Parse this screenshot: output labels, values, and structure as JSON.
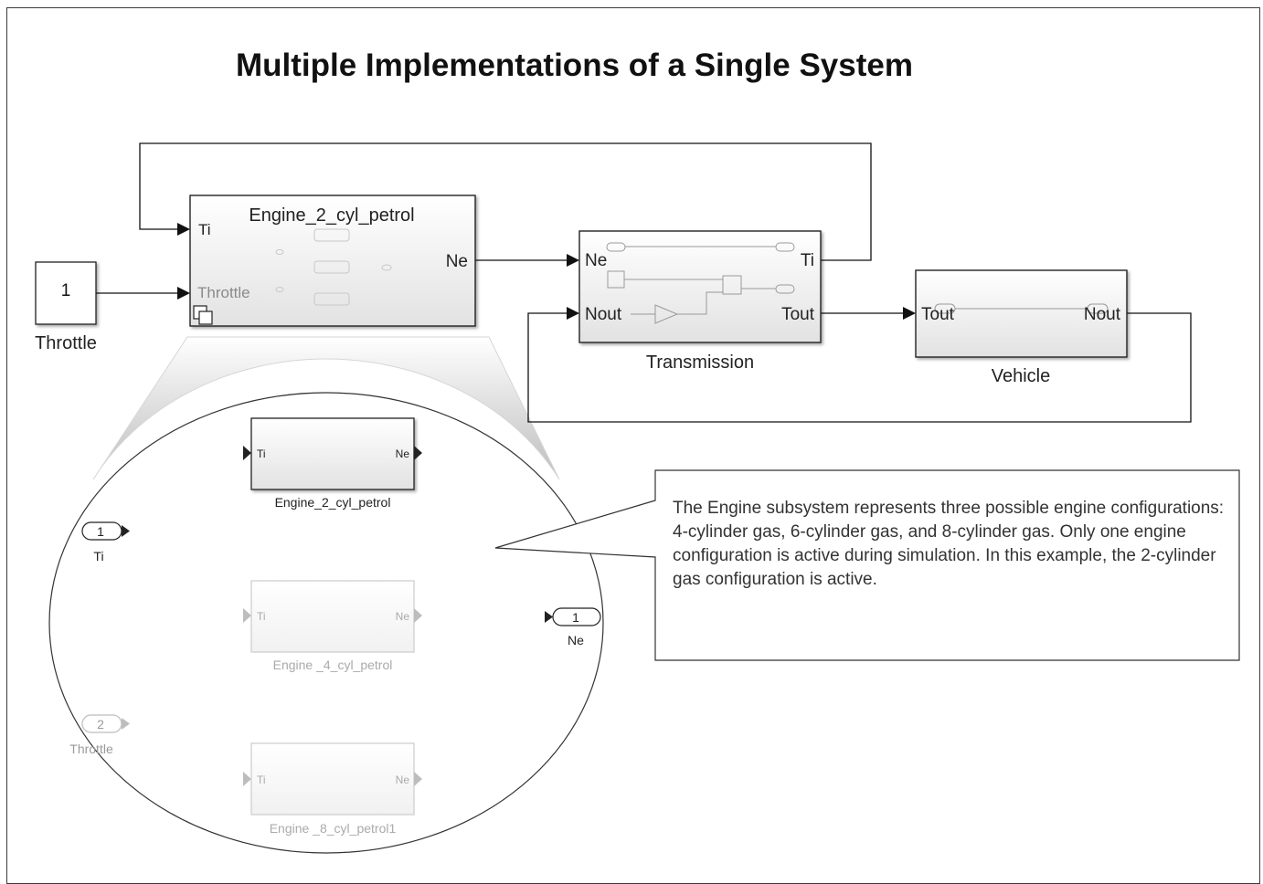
{
  "title": "Multiple Implementations of a Single System",
  "blocks": {
    "constant": {
      "value": "1",
      "label": "Throttle"
    },
    "engine": {
      "name": "Engine_2_cyl_petrol",
      "ports_in": [
        "Ti",
        "Throttle"
      ],
      "ports_out": [
        "Ne"
      ]
    },
    "transmission": {
      "name": "Transmission",
      "ports_in": [
        "Ne",
        "Nout"
      ],
      "ports_out": [
        "Ti",
        "Tout"
      ]
    },
    "vehicle": {
      "name": "Vehicle",
      "ports_in": [
        "Tout"
      ],
      "ports_out": [
        "Nout"
      ]
    }
  },
  "zoom": {
    "inports": [
      {
        "number": "1",
        "label": "Ti"
      },
      {
        "number": "2",
        "label": "Throttle"
      }
    ],
    "outport": {
      "number": "1",
      "label": "Ne"
    },
    "variants": [
      {
        "name": "Engine_2_cyl_petrol",
        "in": "Ti",
        "out": "Ne",
        "active": true
      },
      {
        "name": "Engine _4_cyl_petrol",
        "in": "Ti",
        "out": "Ne",
        "active": false
      },
      {
        "name": "Engine _8_cyl_petrol1",
        "in": "Ti",
        "out": "Ne",
        "active": false
      }
    ]
  },
  "annotation": {
    "text": "The Engine subsystem represents three possible engine configurations: 4-cylinder gas, 6-cylinder gas, and 8-cylinder gas. Only one engine configuration is active during simulation. In this example, the 2-cylinder gas configuration is active."
  }
}
